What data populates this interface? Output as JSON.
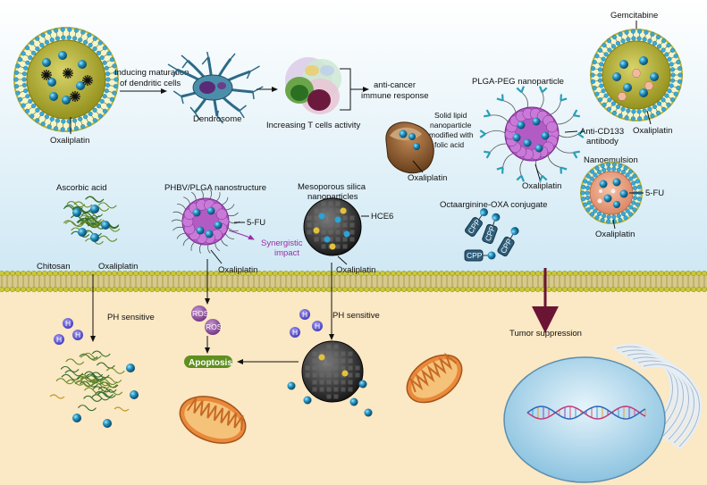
{
  "labels": {
    "oxaliplatin_1": "Oxaliplatin",
    "inducing_1": "Inducing maturation",
    "inducing_2": "of dendritic cells",
    "dendrosome": "Dendrosome",
    "t_cells": "Increasing T cells activity",
    "anti_cancer_1": "anti-cancer",
    "anti_cancer_2": "immune response",
    "gemcitabine": "Gemcitabine",
    "oxaliplatin_gem": "Oxaliplatin",
    "plga_peg": "PLGA-PEG nanoparticle",
    "anti_cd133_1": "Anti-CD133",
    "anti_cd133_2": "antibody",
    "oxaliplatin_plga": "Oxaliplatin",
    "sln_1": "Solid lipid",
    "sln_2": "nanoparticle",
    "sln_3": "modified with",
    "sln_4": "folic acid",
    "oxaliplatin_sln": "Oxaliplatin",
    "nanoemulsion": "Nanoemulsion",
    "five_fu_ne": "5-FU",
    "oxaliplatin_ne": "Oxaliplatin",
    "ascorbic": "Ascorbic acid",
    "chitosan": "Chitosan",
    "oxaliplatin_chit": "Oxaliplatin",
    "phbv": "PHBV/PLGA nanostructure",
    "five_fu_phbv": "5-FU",
    "synergistic_1": "Synergistic",
    "synergistic_2": "impact",
    "oxaliplatin_phbv": "Oxaliplatin",
    "meso_1": "Mesoporous silica",
    "meso_2": "nanoparticles",
    "hce6": "HCE6",
    "oxaliplatin_meso": "Oxaliplatin",
    "octa": "Octaarginine-OXA conjugate",
    "cpp": "CPP",
    "ph_sensitive_1": "PH sensitive",
    "ph_sensitive_2": "PH sensitive",
    "ros": "ROS",
    "h": "H",
    "apoptosis": "Apoptosis",
    "tumor_suppression": "Tumor suppression"
  },
  "colors": {
    "extracellular_top": "#eaf5fb",
    "extracellular_bottom": "#d2eaf5",
    "cytoplasm": "#fbe8c4",
    "membrane_head": "#c9c93a",
    "liposome_core": "#a9a823",
    "drug_ball": "#1e8fbd",
    "nanoparticle_purple": "#b25bc4",
    "silica": "#3a3a3a",
    "mitochondria": "#e9893a",
    "nucleus": "#b9dcef",
    "arrow_dark": "#6b1535",
    "apoptosis": "#5e8f1f"
  }
}
